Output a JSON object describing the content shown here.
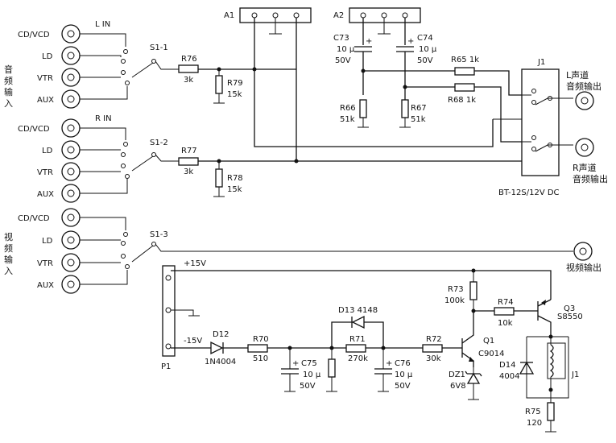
{
  "labels": {
    "cd_vcd_1": "CD/VCD",
    "ld_1": "LD",
    "vtr_1": "VTR",
    "aux_1": "AUX",
    "cd_vcd_2": "CD/VCD",
    "ld_2": "LD",
    "vtr_2": "VTR",
    "aux_2": "AUX",
    "cd_vcd_3": "CD/VCD",
    "ld_3": "LD",
    "vtr_3": "VTR",
    "aux_3": "AUX",
    "l_in": "L IN",
    "r_in": "R IN",
    "audio_input": [
      "音",
      "频",
      "输",
      "入"
    ],
    "video_input": [
      "视",
      "频",
      "输",
      "入"
    ],
    "s1_1": "S1-1",
    "s1_2": "S1-2",
    "s1_3": "S1-3",
    "a1": "A1",
    "a2": "A2",
    "j1_top": "J1",
    "r76": "R76",
    "r76_val": "3k",
    "r79": "R79",
    "r79_val": "15k",
    "r77": "R77",
    "r77_val": "3k",
    "r78": "R78",
    "r78_val": "15k",
    "c73": "C73",
    "c73_cap": "10 μ",
    "c73_volt": "50V",
    "c74": "C74",
    "c74_cap": "10 μ",
    "c74_volt": "50V",
    "r65": "R65 1k",
    "r68": "R68 1k",
    "r66": "R66",
    "r66_val": "51k",
    "r67": "R67",
    "r67_val": "51k",
    "l_out_1": "L声道",
    "l_out_2": "音频输出",
    "r_out_1": "R声道",
    "r_out_2": "音频输出",
    "relay_model": "BT-12S/12V DC",
    "video_output": "视频输出",
    "p1": "P1",
    "plus15v": "+15V",
    "minus15v": "-15V",
    "d12": "D12",
    "d12_val": "1N4004",
    "r70": "R70",
    "r70_val": "510",
    "d13": "D13 4148",
    "r71": "R71",
    "r71_val": "270k",
    "c75": "C75",
    "c75_cap": "10 μ",
    "c75_volt": "50V",
    "c76": "C76",
    "c76_cap": "10 μ",
    "c76_volt": "50V",
    "r72": "R72",
    "r72_val": "30k",
    "r73": "R73",
    "r73_val": "100k",
    "r74": "R74",
    "r74_val": "10k",
    "q1": "Q1",
    "q1_val": "C9014",
    "q3": "Q3",
    "q3_val": "S8550",
    "dz1": "DZ1",
    "dz1_val": "6V8",
    "d14": "D14",
    "d14_val": "4004",
    "j1_coil": "J1",
    "r75": "R75",
    "r75_val": "120",
    "plus": "+"
  }
}
